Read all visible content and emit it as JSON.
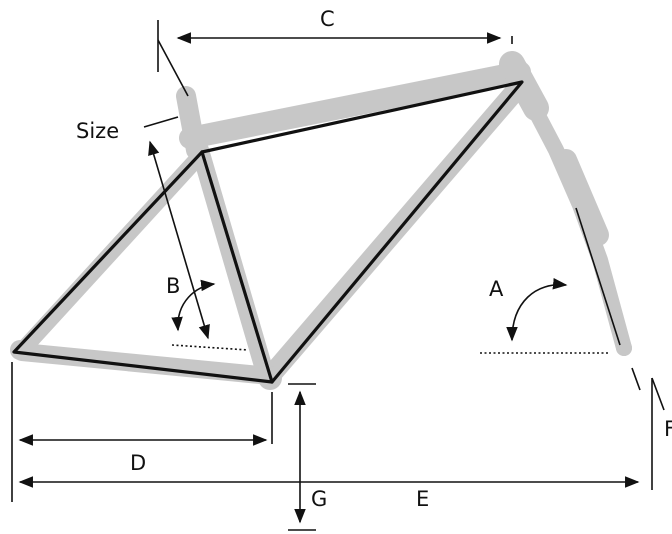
{
  "labels": {
    "size": "Size",
    "a": "A",
    "b": "B",
    "c": "C",
    "d": "D",
    "e": "E",
    "f": "F",
    "g": "G"
  }
}
